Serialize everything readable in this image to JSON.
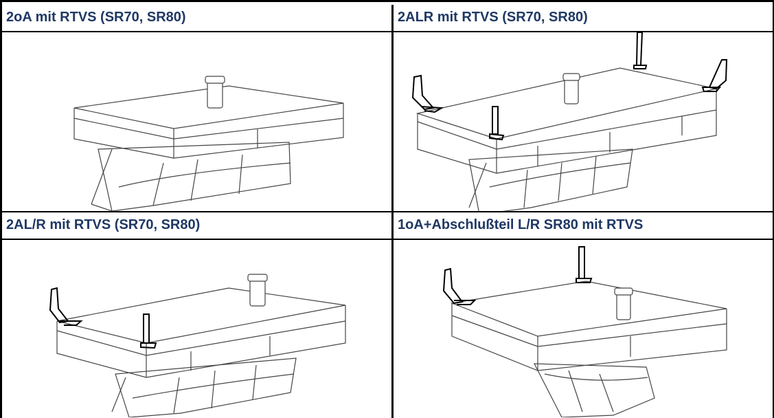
{
  "panels": {
    "top_left": {
      "title": "2oA mit RTVS (SR70, SR80)"
    },
    "top_right": {
      "title": "2ALR mit RTVS  (SR70, SR80)"
    },
    "bottom_left": {
      "title": "2AL/R  mit RTVS (SR70, SR80)"
    },
    "bottom_right": {
      "title": "1oA+Abschlußteil L/R SR80 mit RTVS"
    }
  },
  "colors": {
    "header_text": "#1f3864",
    "grid_line": "#000000",
    "drawing_line": "#444444"
  }
}
